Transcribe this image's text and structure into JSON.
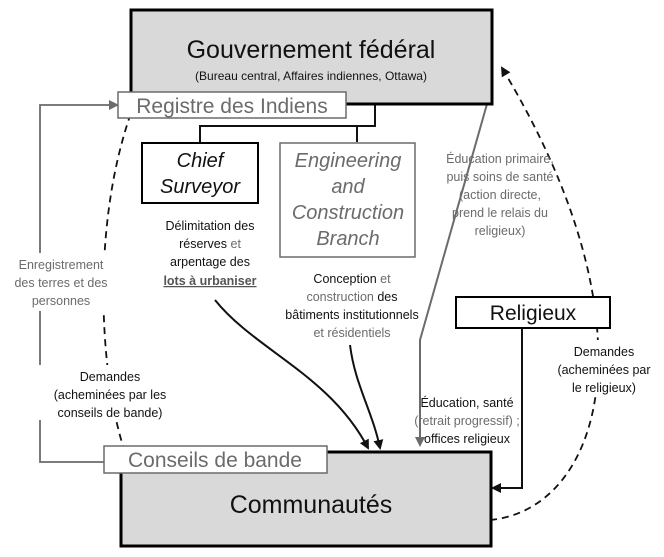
{
  "nodes": {
    "gouvernement": {
      "title": "Gouvernement fédéral",
      "subtitle": "(Bureau central, Affaires indiennes, Ottawa)"
    },
    "registre": {
      "label": "Registre des Indiens"
    },
    "chief_surveyor": {
      "line1": "Chief",
      "line2": "Surveyor"
    },
    "engineering": {
      "line1": "Engineering",
      "line2": "and",
      "line3": "Construction",
      "line4": "Branch"
    },
    "religieux": {
      "label": "Religieux"
    },
    "conseils": {
      "label": "Conseils de bande"
    },
    "communautes": {
      "label": "Communautés"
    }
  },
  "labels": {
    "delimitation": {
      "l1": "Délimitation des",
      "l2a": "réserves",
      "l2b": " et",
      "l3": "arpentage des",
      "l4": "lots à urbaniser"
    },
    "conception": {
      "l1a": "Conception",
      "l1b": " et",
      "l2a": "construction",
      "l2b": " des",
      "l3": "bâtiments institutionnels",
      "l4": "et résidentiels"
    },
    "education_primaire": {
      "l1": "Éducation primaire,",
      "l2": "puis soins de santé",
      "l3": "(action directe,",
      "l4": "prend le relais du",
      "l5": "religieux)"
    },
    "enregistrement": {
      "l1": "Enregistrement",
      "l2": "des terres et des",
      "l3": "personnes"
    },
    "demandes_conseils": {
      "l1": "Demandes",
      "l2": "(acheminées par les",
      "l3": "conseils de bande)"
    },
    "demandes_religieux": {
      "l1": "Demandes",
      "l2": "(acheminées par",
      "l3": "le religieux)"
    },
    "education_sante": {
      "l1": "Éducation, santé",
      "l2": "(retrait progressif) ;",
      "l3": "offices religieux"
    }
  },
  "colors": {
    "box_fill": "#d9d9d9",
    "box_stroke": "#000000",
    "gray_text": "#6b6b6b",
    "gray_line": "#6b6b6b",
    "black_line": "#111111"
  }
}
